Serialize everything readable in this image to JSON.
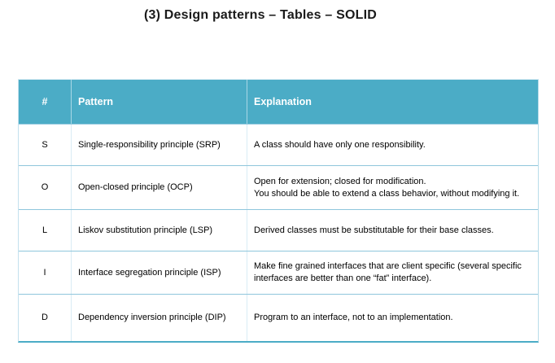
{
  "title": "(3) Design patterns – Tables – SOLID",
  "table": {
    "headers": [
      "#",
      "Pattern",
      "Explanation"
    ],
    "rows": [
      {
        "key": "S",
        "pattern": "Single-responsibility principle (SRP)",
        "explanation": "A class should have only one responsibility."
      },
      {
        "key": "O",
        "pattern": "Open-closed principle (OCP)",
        "explanation": "Open for extension; closed for modification.\nYou should be able to extend a class behavior, without modifying it."
      },
      {
        "key": "L",
        "pattern": "Liskov substitution principle (LSP)",
        "explanation": "Derived classes must be substitutable for their base classes."
      },
      {
        "key": "I",
        "pattern": "Interface segregation principle (ISP)",
        "explanation": "Make fine grained interfaces that are client specific (several specific interfaces are better than one “fat” interface)."
      },
      {
        "key": "D",
        "pattern": "Dependency inversion principle (DIP)",
        "explanation": "Program to an interface, not to an implementation."
      }
    ]
  },
  "colors": {
    "header_bg": "#4BACC6",
    "header_text": "#FFFFFF",
    "row_separator": "#8FC6DC",
    "column_separator": "#D9ECF5",
    "outer_border": "#BBDDE9",
    "bottom_border": "#4BACC6",
    "body_text": "#000000",
    "title_text": "#1A1A1A"
  }
}
